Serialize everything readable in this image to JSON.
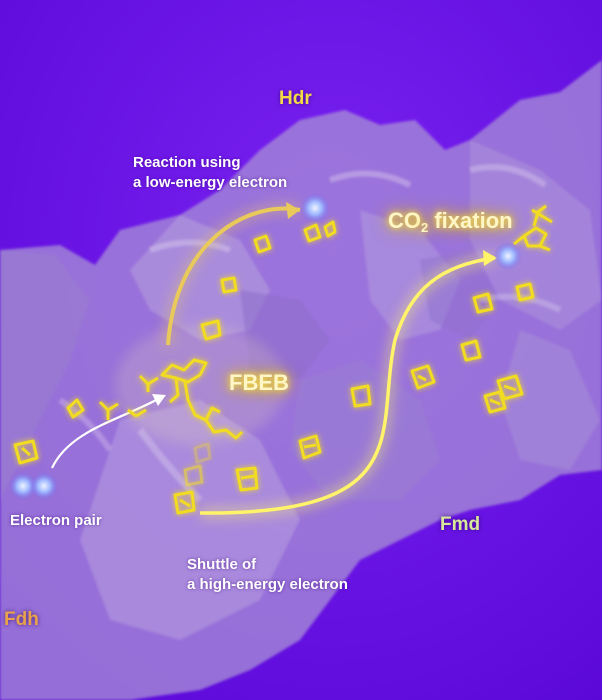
{
  "labels": {
    "hdr": "Hdr",
    "fdh": "Fdh",
    "fmd": "Fmd",
    "fbeb": "FBEB",
    "co2_prefix": "CO",
    "co2_sub": "2",
    "co2_suffix": " fixation",
    "reaction_line1": "Reaction using",
    "reaction_line2": "a low-energy electron",
    "electron_pair": "Electron pair",
    "shuttle_line1": "Shuttle of",
    "shuttle_line2": "a high-energy electron"
  },
  "colors": {
    "background": "#6b12ea",
    "protein": "#a58ad6",
    "cluster": "#f2dc24",
    "electron": "#9fb8ff",
    "arrow_high": "#fff36a",
    "arrow_low": "#e9c95a"
  }
}
